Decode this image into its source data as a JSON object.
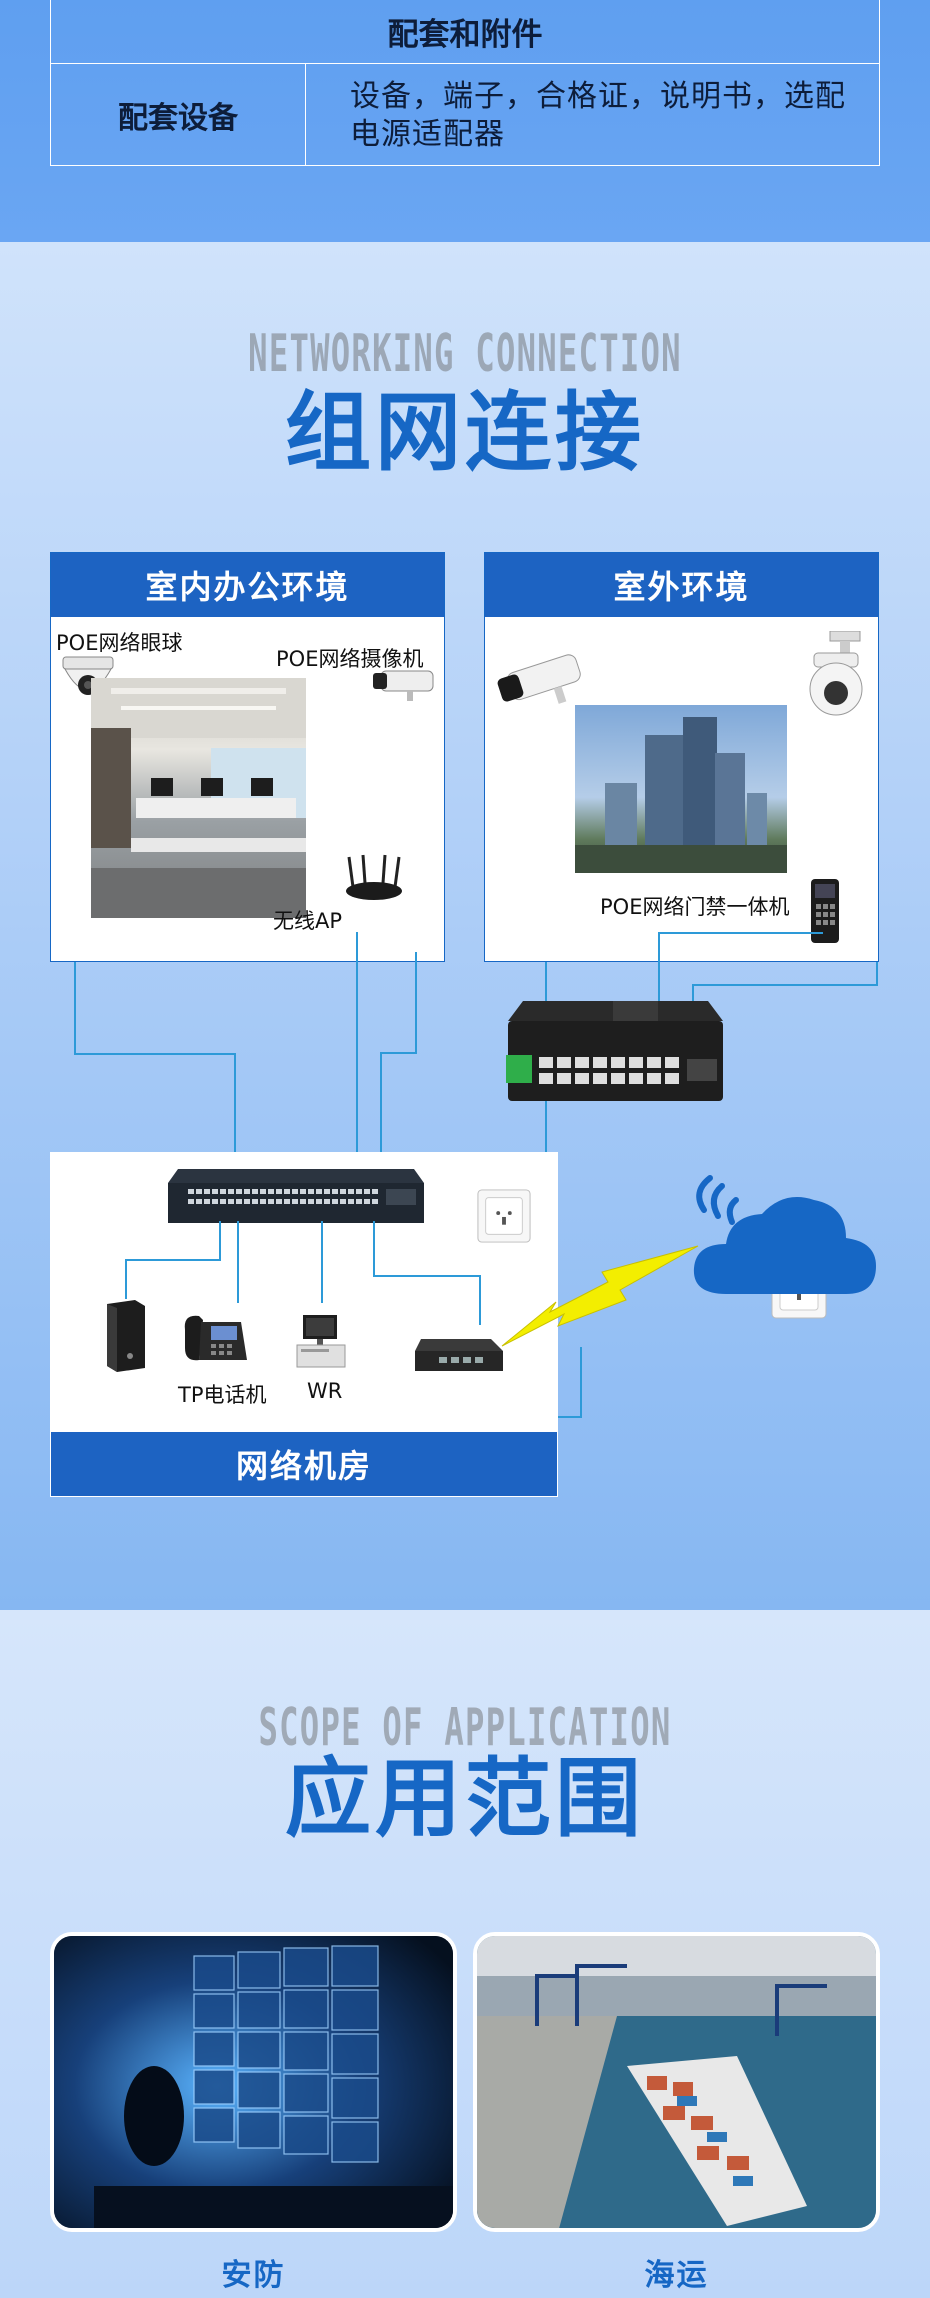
{
  "spec_table": {
    "section_title": "配套和附件",
    "row_key": "配套设备",
    "row_value": "设备，端子，合格证，说明书，选配电源适配器"
  },
  "networking": {
    "watermark": "NETWORKING CONNECTION",
    "title": "组网连接",
    "indoor_title": "室内办公环境",
    "outdoor_title": "室外环境",
    "room_title": "网络机房",
    "labels": {
      "dome_camera": "POE网络眼球",
      "bullet_camera": "POE网络摄像机",
      "wireless_ap": "无线AP",
      "access_control": "POE网络门禁一体机",
      "tp_phone": "TP电话机",
      "wr": "WR"
    }
  },
  "application": {
    "watermark": "SCOPE OF APPLICATION",
    "title": "应用范围",
    "items": [
      {
        "label": "安防"
      },
      {
        "label": "海运"
      }
    ]
  },
  "colors": {
    "accent_blue": "#1667c5",
    "bar_blue": "#1d63c2",
    "cable_blue": "#2d9ad8",
    "lightning_yellow": "#f3ee00"
  }
}
